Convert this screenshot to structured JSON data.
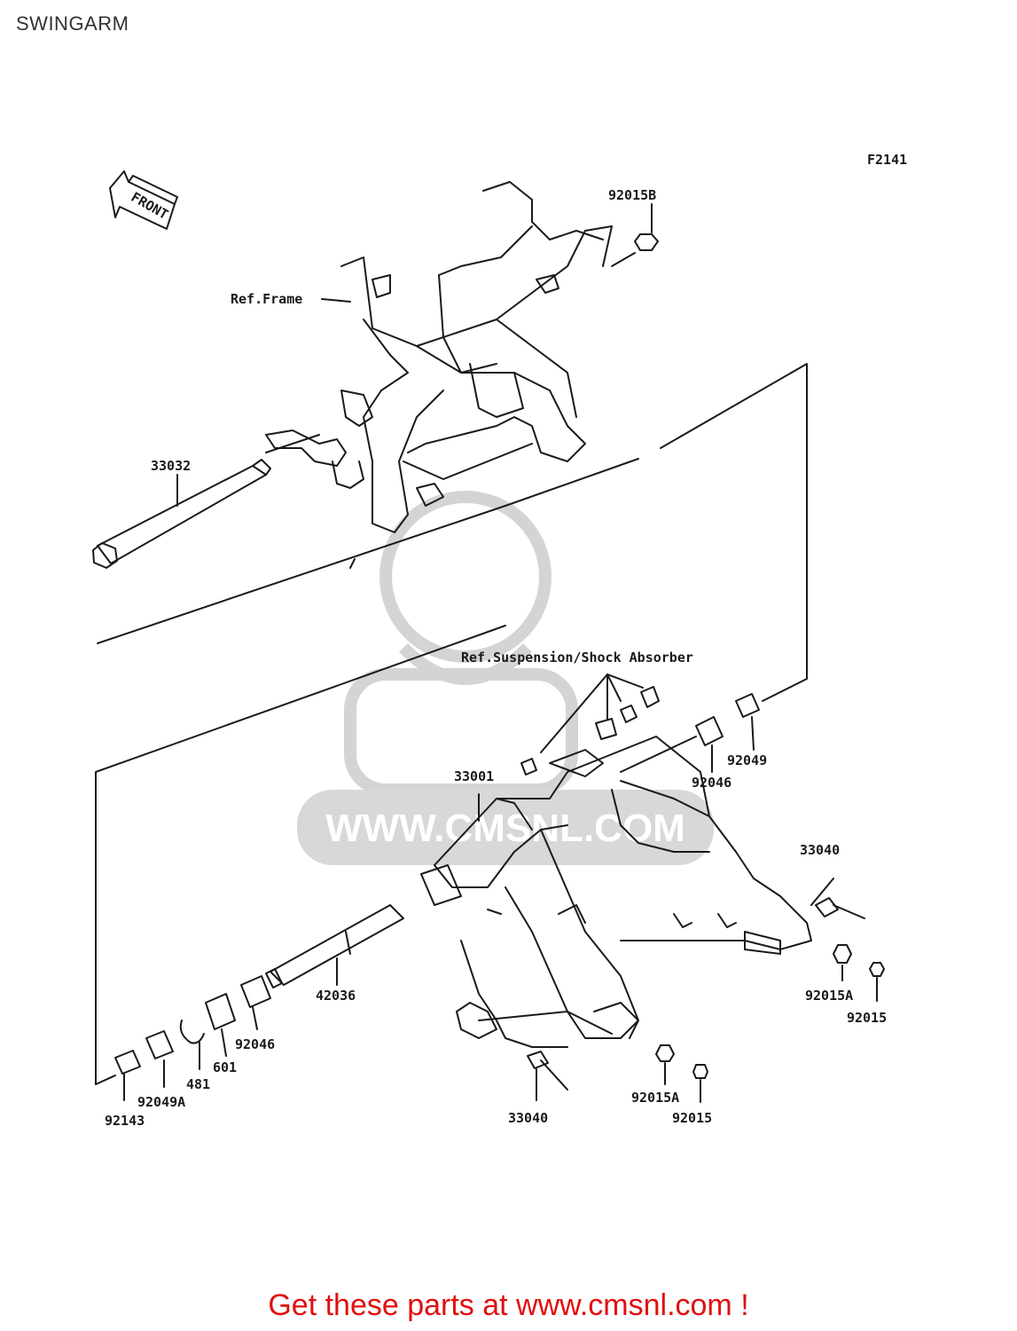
{
  "title": "SWINGARM",
  "figure_code": "F2141",
  "front_arrow_label": "FRONT",
  "watermark_text": "WWW.CMSNL.COM",
  "footer": "Get these parts at www.cmsnl.com !",
  "colors": {
    "line": "#1a1a1a",
    "footer": "#e01010",
    "watermark": "#d0d0d0"
  },
  "callouts": {
    "ref_frame": "Ref.Frame",
    "ref_suspension": "Ref.Suspension/Shock Absorber",
    "p92015B": "92015B",
    "p33032": "33032",
    "p33001": "33001",
    "p92046_top": "92046",
    "p92049_top": "92049",
    "p33040_right": "33040",
    "p92015A_right": "92015A",
    "p92015_right": "92015",
    "p42036": "42036",
    "p92046_bottom": "92046",
    "p601": "601",
    "p481": "481",
    "p92049A": "92049A",
    "p92143": "92143",
    "p33040_bottom": "33040",
    "p92015A_bottom": "92015A",
    "p92015_bottom": "92015"
  }
}
